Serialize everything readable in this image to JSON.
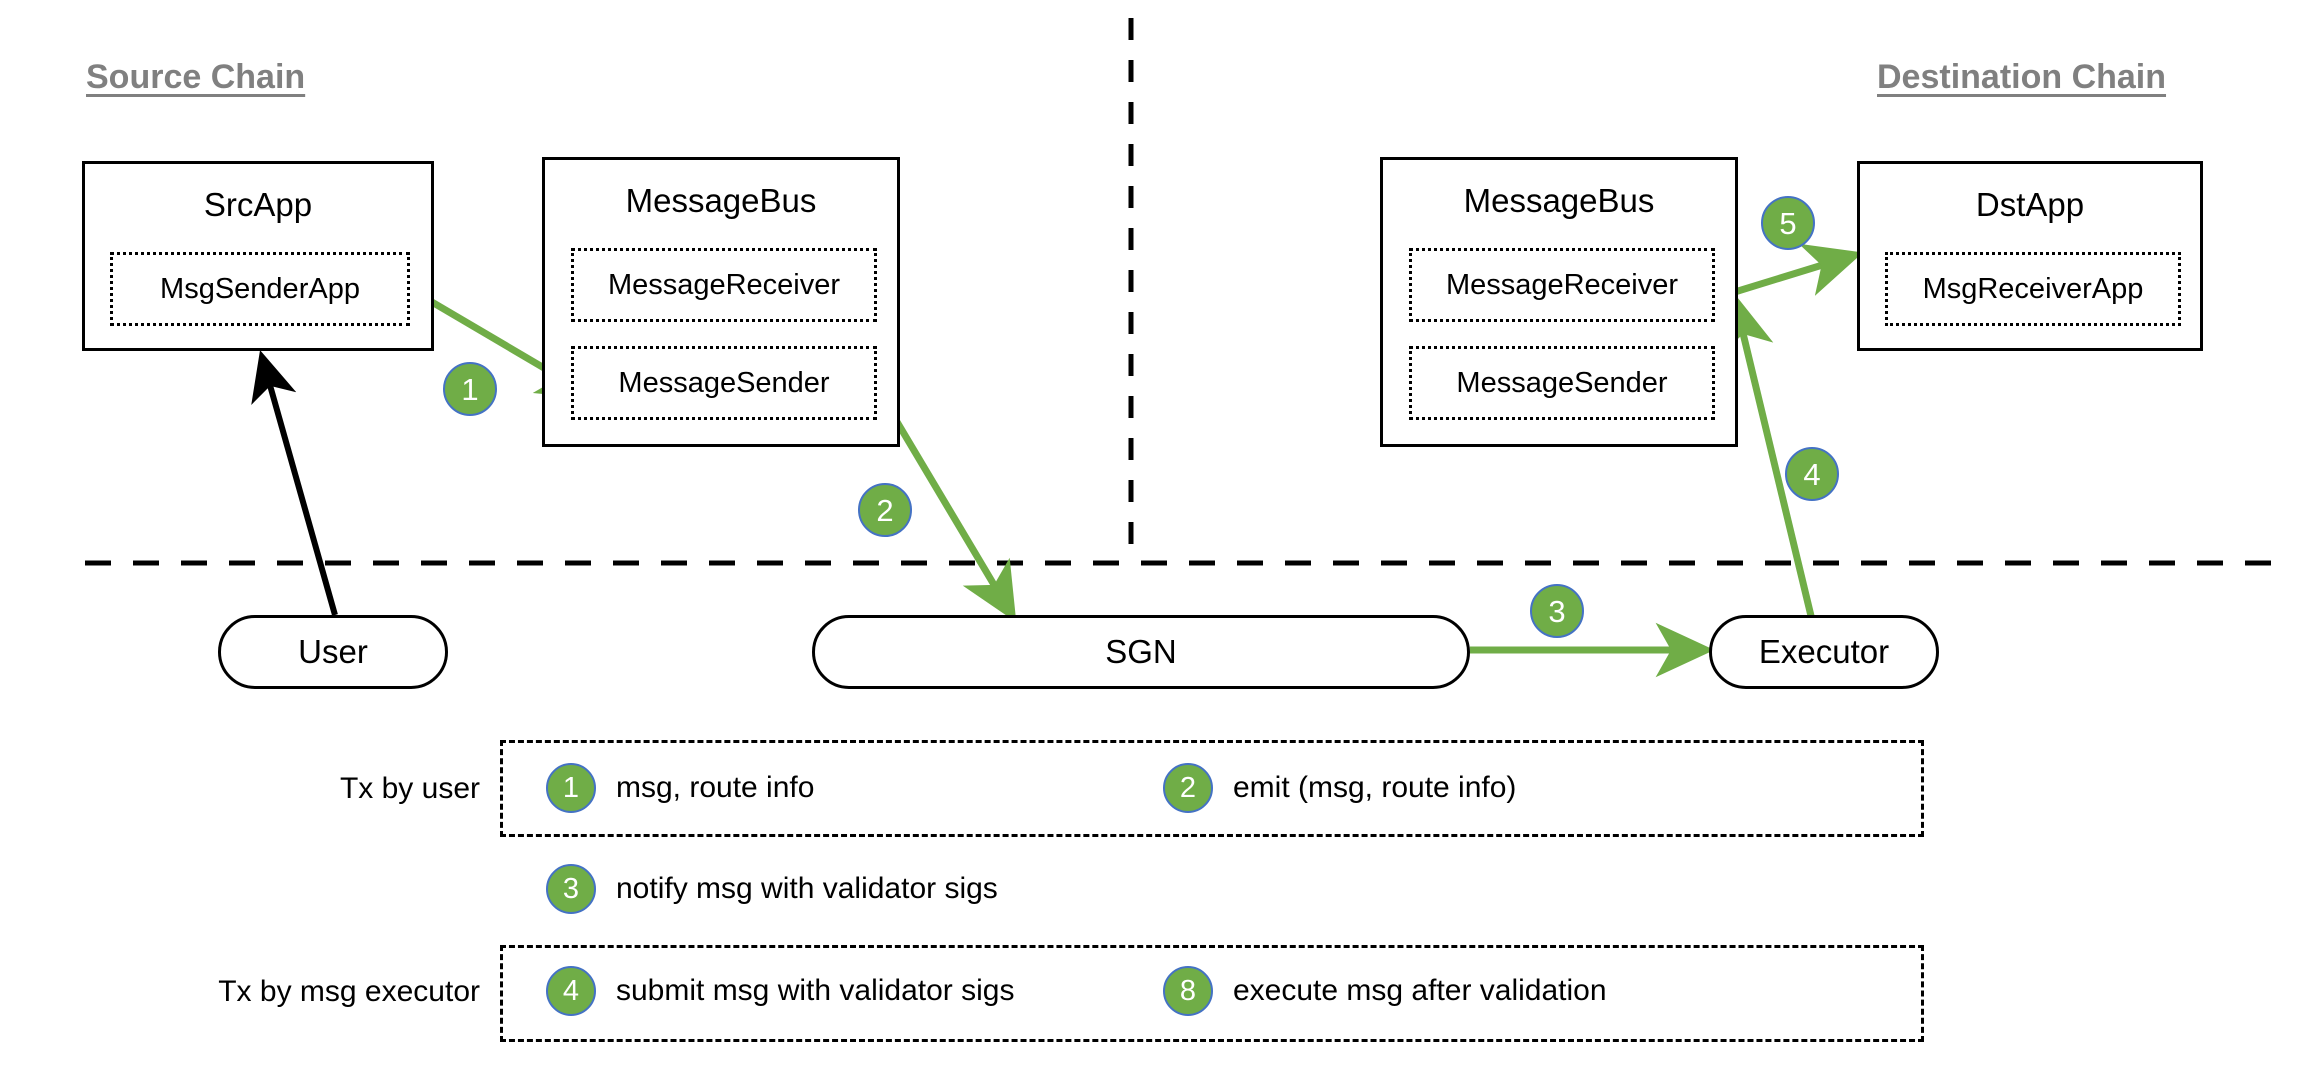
{
  "chains": {
    "source_label": "Source Chain",
    "destination_label": "Destination Chain",
    "label_color": "#808080"
  },
  "colors": {
    "arrow_green": "#70AD47",
    "badge_fill": "#70AD47",
    "badge_border": "#4472C4",
    "stroke_black": "#000000"
  },
  "nodes": {
    "src_app": {
      "title": "SrcApp",
      "inner": [
        "MsgSenderApp"
      ]
    },
    "message_bus_src": {
      "title": "MessageBus",
      "inner": [
        "MessageReceiver",
        "MessageSender"
      ]
    },
    "message_bus_dst": {
      "title": "MessageBus",
      "inner": [
        "MessageReceiver",
        "MessageSender"
      ]
    },
    "dst_app": {
      "title": "DstApp",
      "inner": [
        "MsgReceiverApp"
      ]
    },
    "user": "User",
    "sgn": "SGN",
    "executor": "Executor"
  },
  "flow_badges": [
    {
      "id": "badge-1",
      "number": "1"
    },
    {
      "id": "badge-2",
      "number": "2"
    },
    {
      "id": "badge-3",
      "number": "3"
    },
    {
      "id": "badge-4",
      "number": "4"
    },
    {
      "id": "badge-5",
      "number": "5"
    }
  ],
  "legend": {
    "row_user_label": "Tx by user",
    "row_executor_label": "Tx by msg executor",
    "entries": [
      {
        "number": "1",
        "text": "msg, route info"
      },
      {
        "number": "2",
        "text": "emit (msg, route info)"
      },
      {
        "number": "3",
        "text": "notify msg with validator sigs"
      },
      {
        "number": "4",
        "text": "submit msg with validator sigs"
      },
      {
        "number": "8",
        "text": "execute msg after validation"
      }
    ]
  }
}
